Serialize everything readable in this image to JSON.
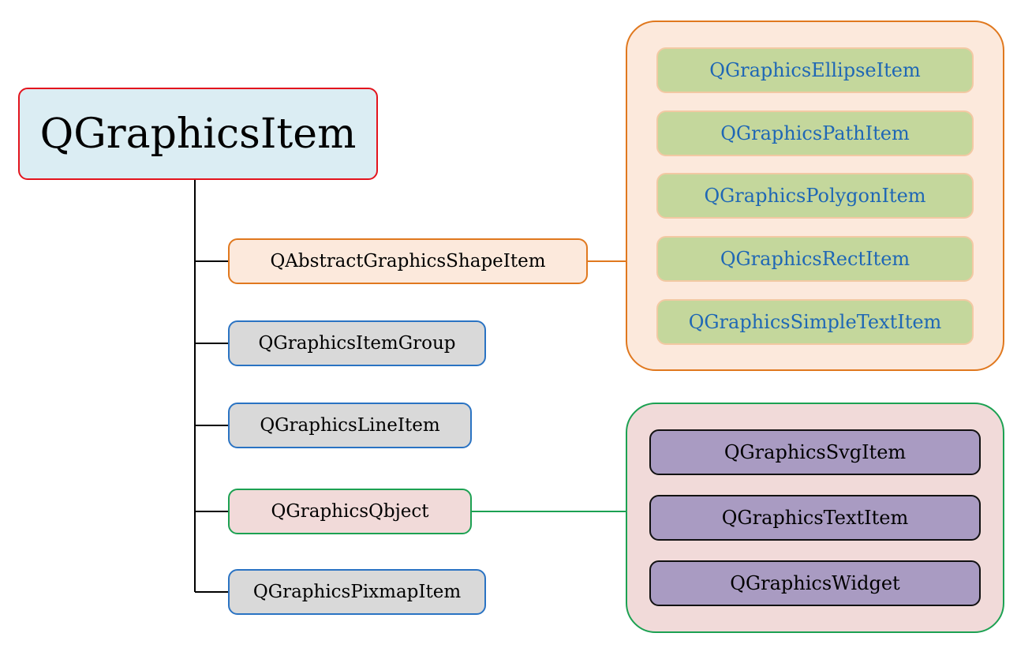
{
  "root": {
    "label": "QGraphicsItem"
  },
  "children": [
    {
      "label": "QAbstractGraphicsShapeItem"
    },
    {
      "label": "QGraphicsItemGroup"
    },
    {
      "label": "QGraphicsLineItem"
    },
    {
      "label": "QGraphicsQbject"
    },
    {
      "label": "QGraphicsPixmapItem"
    }
  ],
  "shape_subclasses": [
    {
      "label": "QGraphicsEllipseItem"
    },
    {
      "label": "QGraphicsPathItem"
    },
    {
      "label": "QGraphicsPolygonItem"
    },
    {
      "label": "QGraphicsRectItem"
    },
    {
      "label": "QGraphicsSimpleTextItem"
    }
  ],
  "object_subclasses": [
    {
      "label": "QGraphicsSvgItem"
    },
    {
      "label": "QGraphicsTextItem"
    },
    {
      "label": "QGraphicsWidget"
    }
  ],
  "colors": {
    "root_border": "#e3141d",
    "shape_branch": "#e0781e",
    "object_branch": "#1ca152",
    "plain_branch": "#2a73c3",
    "shape_item_text": "#1f67b5"
  }
}
